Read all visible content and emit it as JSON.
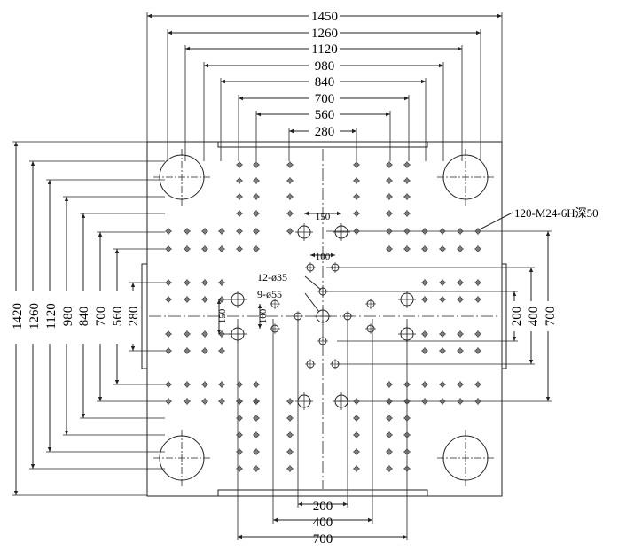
{
  "drawing": {
    "top_dims": [
      "1450",
      "1260",
      "1120",
      "980",
      "840",
      "700",
      "560",
      "280"
    ],
    "left_dims": [
      "1420",
      "1260",
      "1120",
      "980",
      "840",
      "700",
      "560",
      "280"
    ],
    "right_dims": [
      "200",
      "400",
      "700"
    ],
    "bottom_dims": [
      "200",
      "400",
      "700"
    ],
    "inner_dims": {
      "top_150": "150",
      "top_100": "100",
      "left_150": "150",
      "left_100": "100"
    },
    "callouts": {
      "tapped_holes": "120-M24-6H深50",
      "small_holes": "12-ø35",
      "center_holes": "9-ø55"
    }
  }
}
